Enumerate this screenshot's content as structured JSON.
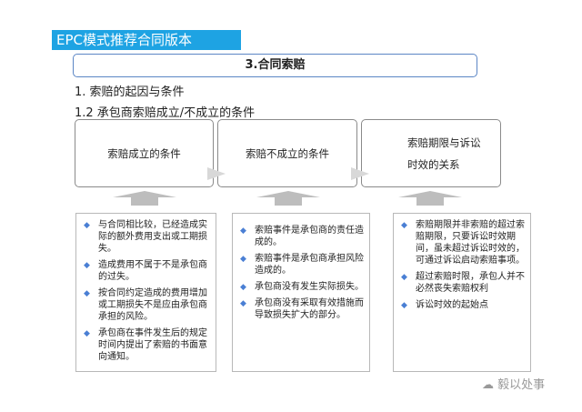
{
  "title": "EPC模式推荐合同版本",
  "header": "3.合同索赔",
  "line1": "1.  索赔的起因与条件",
  "line2": "1.2 承包商索赔成立/不成立的条件",
  "columns": [
    {
      "heading": "索赔成立的条件",
      "items": [
        "与合同相比较，已经造成实际的额外费用支出或工期损失。",
        "造成费用不属于不是承包商的过失。",
        "按合同约定造成的费用增加或工期损失不是应由承包商承担的风险。",
        "承包商在事件发生后的规定时间内提出了索赔的书面意向通知。"
      ]
    },
    {
      "heading": "索赔不成立的条件",
      "items": [
        "索赔事件是承包商的责任造成的。",
        "索赔事件是承包商承担风险造成的。",
        "承包商没有发生实际损失。",
        "承包商没有采取有效措施而导致损失扩大的部分。"
      ]
    },
    {
      "heading": "索赔期限与诉讼时效的关系",
      "items": [
        "索赔期限并非索赔的超过索赔期限，只要诉讼时效期间，虽未超过诉讼时效的，可通过诉讼启动索赔事项。",
        "超过索赔时限，承包人并不必然丧失索赔权利",
        "诉讼时效的起始点"
      ]
    }
  ],
  "watermark": "毅以处事",
  "colors": {
    "title_bg": "#1ea3e3",
    "bullet": "#4a7fd4",
    "header_border": "#5b86c5"
  }
}
